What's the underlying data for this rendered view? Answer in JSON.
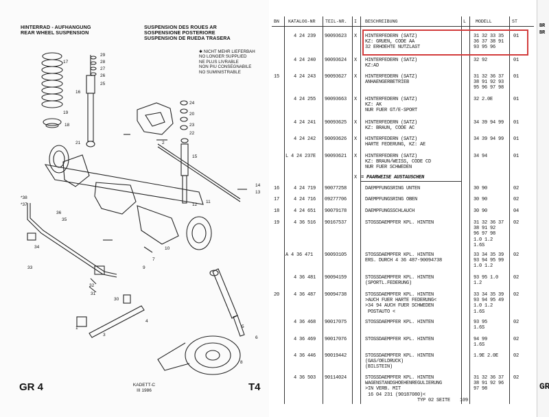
{
  "left_page": {
    "header_de_en": [
      "HINTERRAD - AUFHANGUNG",
      "REAR WHEEL SUSPENSION"
    ],
    "header_fr_it_es": [
      "SUSPENSION DES ROUES AR",
      "SOSPENSIONE POSTERIORE",
      "SUSPENSION DE RUEDA TRASERA"
    ],
    "legend": [
      "✱ NICHT MEHR LIEFERBAH",
      "NO LONGER SUPPLIED",
      "NE PLUS LIVRABLE",
      "NON PIU CONSEGNABILE",
      "NO SUMINISTRABLE"
    ],
    "callouts": [
      {
        "label": "29"
      },
      {
        "label": "28"
      },
      {
        "label": "27"
      },
      {
        "label": "26"
      },
      {
        "label": "25"
      },
      {
        "label": "17"
      },
      {
        "label": "19"
      },
      {
        "label": "18"
      },
      {
        "label": "16"
      },
      {
        "label": "24"
      },
      {
        "label": "20"
      },
      {
        "label": "23"
      },
      {
        "label": "22"
      },
      {
        "label": "21"
      },
      {
        "label": "2"
      },
      {
        "label": "15"
      },
      {
        "label": "14"
      },
      {
        "label": "13"
      },
      {
        "label": "11"
      },
      {
        "label": "12"
      },
      {
        "label": "7"
      },
      {
        "label": "10"
      },
      {
        "label": "9"
      },
      {
        "label": "38"
      },
      {
        "label": "37"
      },
      {
        "label": "36"
      },
      {
        "label": "35"
      },
      {
        "label": "34"
      },
      {
        "label": "33"
      },
      {
        "label": "32"
      },
      {
        "label": "31"
      },
      {
        "label": "30"
      },
      {
        "label": "1"
      },
      {
        "label": "3"
      },
      {
        "label": "4"
      },
      {
        "label": "5"
      },
      {
        "label": "6"
      },
      {
        "label": "8"
      }
    ],
    "footer_left": "GR 4",
    "footer_center": [
      "KADETT-C",
      "III 1986"
    ],
    "footer_right": "T4"
  },
  "table": {
    "headers": {
      "bn": "BN",
      "katalog": "KATALOG-NR",
      "teil": "TEIL-NR.",
      "i": "I",
      "beschreibung": "BESCHREIBUNG",
      "l": "L",
      "modell": "MODELL",
      "st": "ST"
    },
    "rows": [
      {
        "bn": "",
        "katalog": "4 24 239",
        "teil": "90093623",
        "i": "X",
        "desc": "HINTERFEDERN (SATZ)\nKZ: GRUEN, CODE AA\n32 ERHOEHTE NUTZLAST",
        "l": "",
        "modell": "31 32 33 35\n36 37 38 91\n93 95 96",
        "st": "01"
      },
      {
        "bn": "",
        "katalog": "4 24 240",
        "teil": "90093624",
        "i": "X",
        "desc": "HINTERFEDERN (SATZ)\nKZ:AD",
        "l": "",
        "modell": "32 92",
        "st": "01"
      },
      {
        "bn": "15",
        "katalog": "4 24 243",
        "teil": "90093627",
        "i": "X",
        "desc": "HINTERFEDERN (SATZ)\nANHAENGERBETRIEB",
        "l": "",
        "modell": "31 32 36 37\n38 91 92 93\n95 96 97 98",
        "st": "01"
      },
      {
        "bn": "",
        "katalog": "4 24 255",
        "teil": "90093663",
        "i": "X",
        "desc": "HINTERFEDERN (SATZ)\nKZ: AK\nNUR FUER GT/E-SPORT",
        "l": "",
        "modell": "32 2.0E",
        "st": "01"
      },
      {
        "bn": "",
        "katalog": "4 24 241",
        "teil": "90093625",
        "i": "X",
        "desc": "HINTERFEDERN (SATZ)\nKZ: BRAUN, CODE AC",
        "l": "",
        "modell": "34 39 94 99",
        "st": "01"
      },
      {
        "bn": "",
        "katalog": "4 24 242",
        "teil": "90093626",
        "i": "X",
        "desc": "HINTERFEDERN (SATZ)\nHARTE FEDERUNG, KZ: AE",
        "l": "",
        "modell": "34 39 94 99",
        "st": "01"
      },
      {
        "bn": "",
        "katalog": "L 4 24 237E",
        "teil": "90093621",
        "i": "X",
        "desc": "HINTERFEDERN (SATZ)\nKZ: BRAUN/WEISS, CODE CD\nNUR FUER SCHWEDEN",
        "l": "",
        "modell": "34 94",
        "st": "01"
      },
      {
        "bn": "",
        "katalog": "",
        "teil": "",
        "i": "X",
        "desc": "= PAARWEISE AUSTAUSCHEN",
        "l": "",
        "modell": "",
        "st": ""
      },
      {
        "bn": "16",
        "katalog": "4 24 719",
        "teil": "90077258",
        "i": "",
        "desc": "DAEMPFUNGSRING UNTEN",
        "l": "",
        "modell": "30 90",
        "st": "02"
      },
      {
        "bn": "17",
        "katalog": "4 24 716",
        "teil": "09277706",
        "i": "",
        "desc": "DAEMPFUNGSRING OBEN",
        "l": "",
        "modell": "30 90",
        "st": "02"
      },
      {
        "bn": "18",
        "katalog": "4 24 651",
        "teil": "90079178",
        "i": "",
        "desc": "DAEMPFUNGSSCHLAUCH",
        "l": "",
        "modell": "30 90",
        "st": "04"
      },
      {
        "bn": "19",
        "katalog": "4 36 516",
        "teil": "90167537",
        "i": "",
        "desc": "STOSSDAEMPFER KPL. HINTEN",
        "l": "",
        "modell": "31 32 36 37\n38 91 92\n96 97 98\n1.0 1.2\n1.6S",
        "st": "02"
      },
      {
        "bn": "",
        "katalog": "A 4 36 471",
        "teil": "90093105",
        "i": "",
        "desc": "STOSSDAEMPFER KPL. HINTEN\nERS. DURCH 4 36 487-90094738",
        "l": "",
        "modell": "33 34 35 39\n93 94 95 99\n1.0 1.2",
        "st": "02"
      },
      {
        "bn": "",
        "katalog": "4 36 481",
        "teil": "90094159",
        "i": "",
        "desc": "STOSSDAEMPFER KPL. HINTEN\n(SPORTL.FEDERUNG)",
        "l": "",
        "modell": "93 95 1.0\n1.2",
        "st": "02"
      },
      {
        "bn": "20",
        "katalog": "4 36 487",
        "teil": "90094738",
        "i": "",
        "desc": "STOSSDAEMPFER KPL. HINTEN\n>AUCH FUER HARTE FEDERUNG<\n>34 94 AUCH FUER SCHWEDEN\n POSTAUTO <",
        "l": "",
        "modell": "33 34 35 39\n93 94 95 49\n1.0 1.2\n1.6S",
        "st": "02"
      },
      {
        "bn": "",
        "katalog": "4 36 468",
        "teil": "90017075",
        "i": "",
        "desc": "STOSSDAEMPFER KPL. HINTEN",
        "l": "",
        "modell": "93 95\n1.6S",
        "st": "02"
      },
      {
        "bn": "",
        "katalog": "4 36 469",
        "teil": "90017076",
        "i": "",
        "desc": "STOSSDAEMPFER KPL. HINTEN",
        "l": "",
        "modell": "94 99\n1.6S",
        "st": "02"
      },
      {
        "bn": "",
        "katalog": "4 36 446",
        "teil": "90019442",
        "i": "",
        "desc": "STOSSDAEMPFER KPL. HINTEN\n(GAS/OELDRUCK)\n(BILSTEIN)",
        "l": "",
        "modell": "1.9E 2.0E",
        "st": "02"
      },
      {
        "bn": "",
        "katalog": "4 36 503",
        "teil": "90114024",
        "i": "",
        "desc": "STOSSDAEMPFER KPL. HINTEN\nWAGENSTANDSHOEHENREGULIERUNG\n>IN VERB. MIT\n 16 04 231 (90187080)<",
        "l": "",
        "modell": "31 32 36 37\n38 91 92 96\n97 98",
        "st": "02"
      }
    ],
    "footer_note": "TYP 02 SEITE",
    "page_number": "109"
  },
  "edge_page": {
    "lines": [
      "BR",
      "BR"
    ],
    "footer": "GR"
  },
  "colors": {
    "highlight": "#d23a3a"
  }
}
